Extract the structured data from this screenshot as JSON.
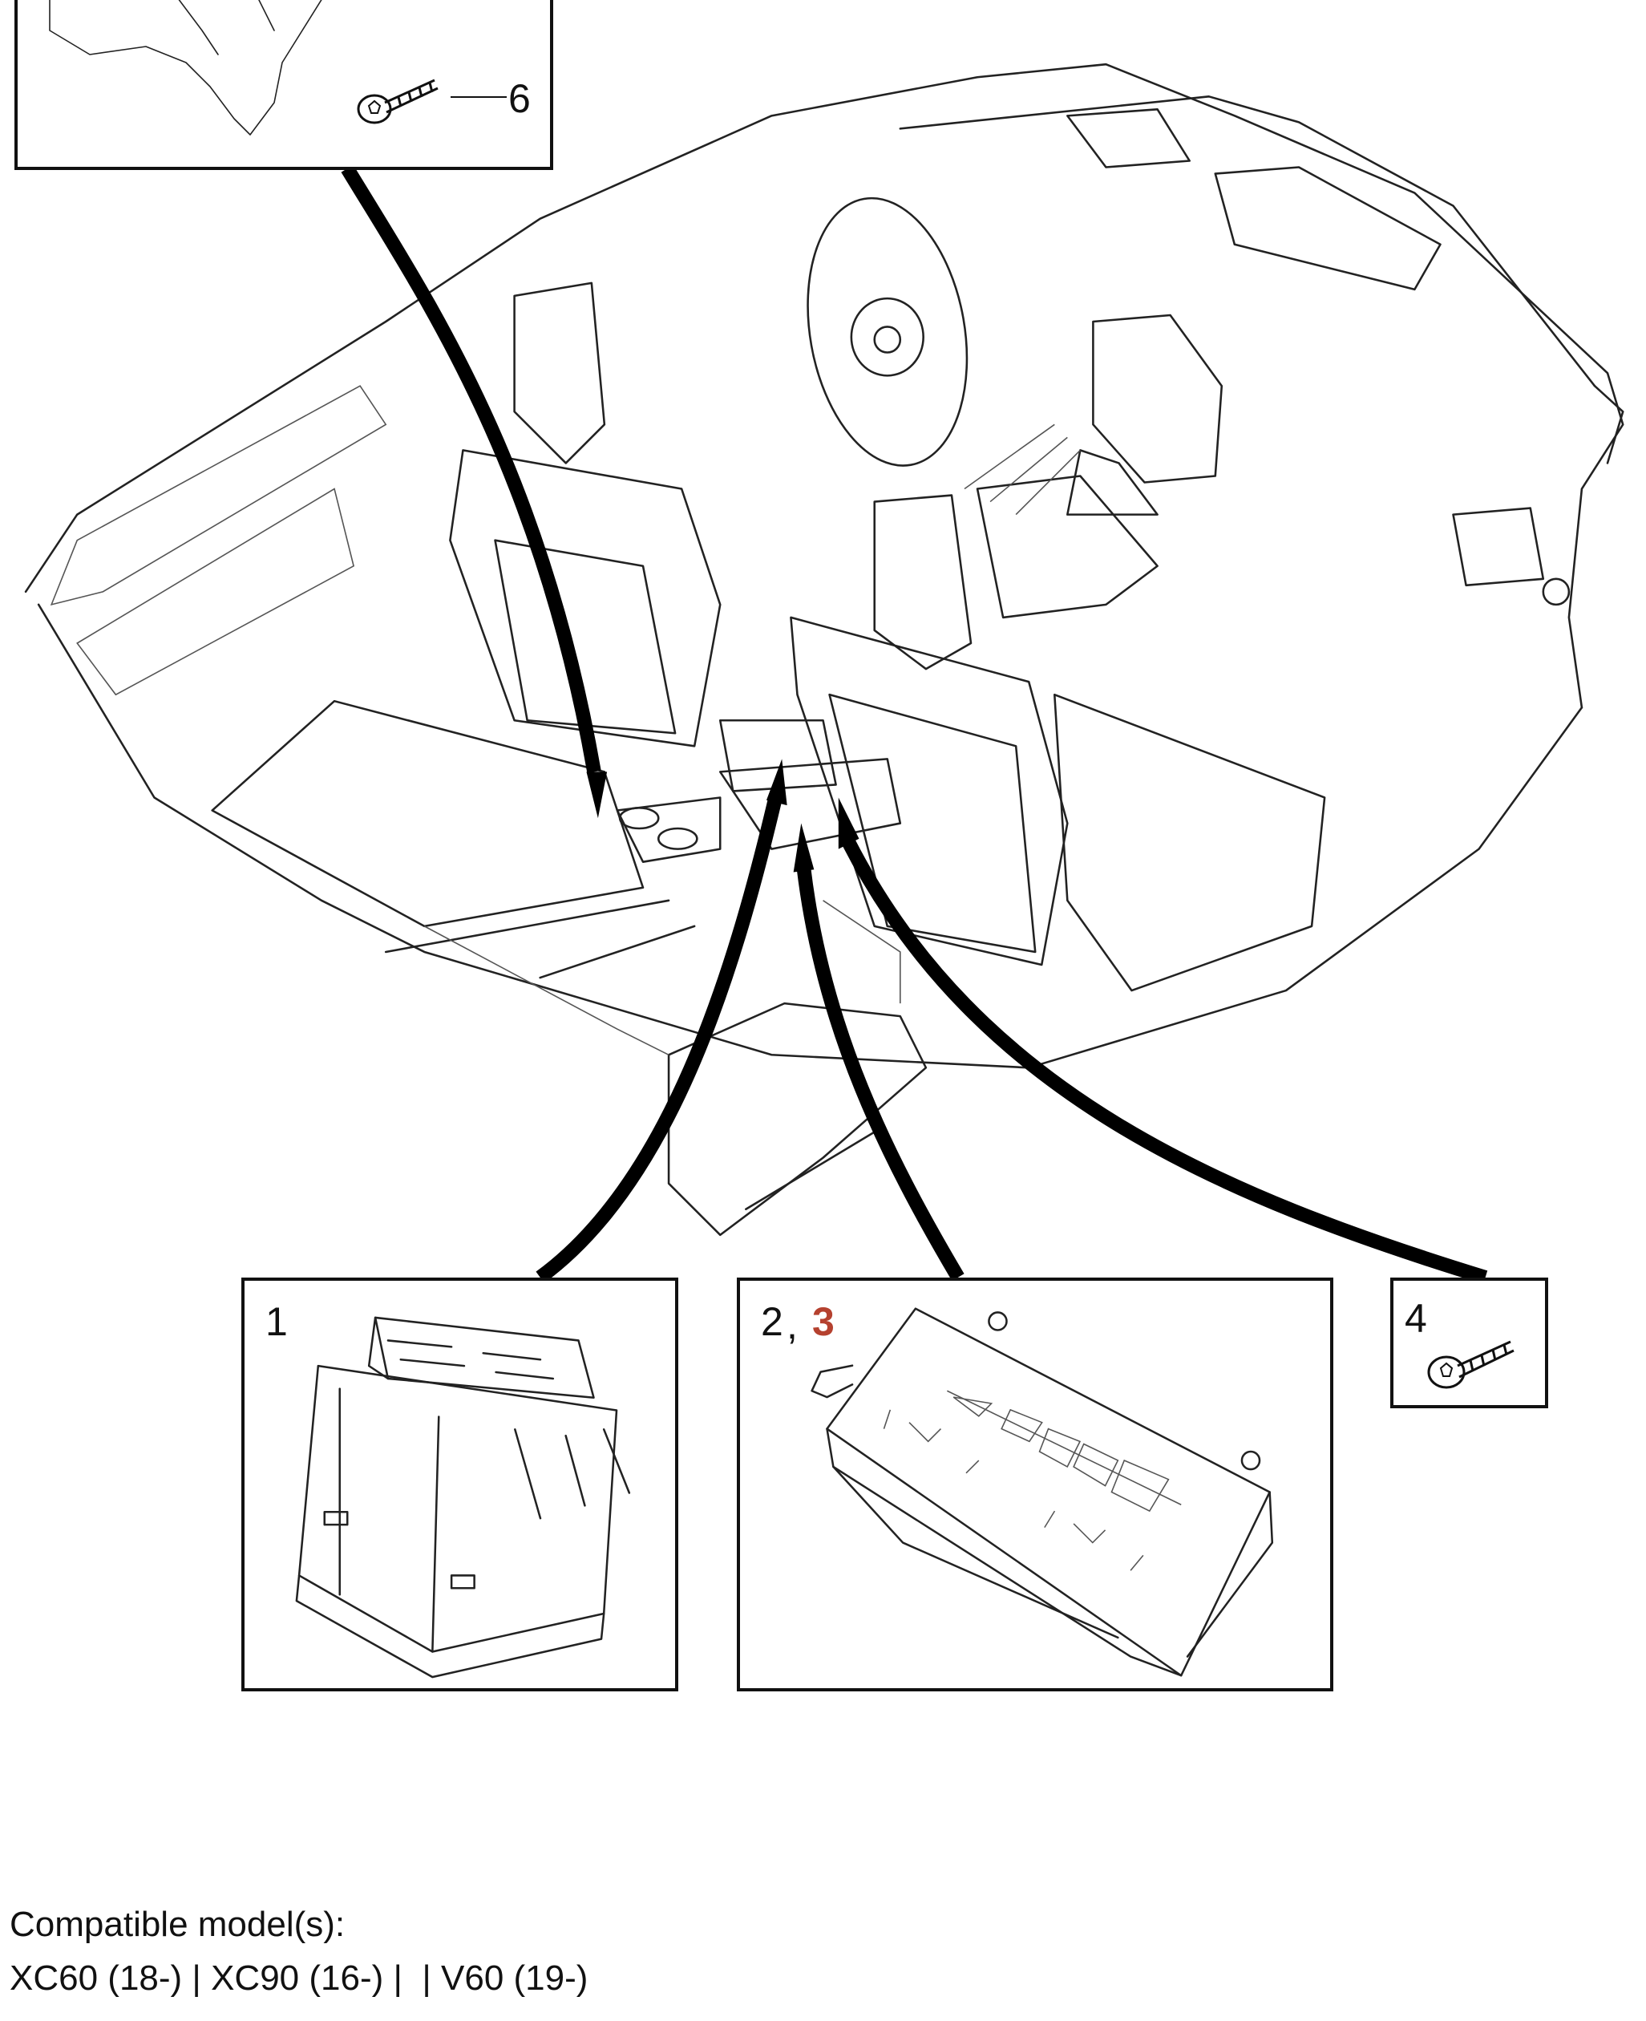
{
  "callouts": {
    "top_left": {
      "label": "6"
    },
    "part1": {
      "label": "1"
    },
    "part2_3": {
      "label_a": "2",
      "separator": ",",
      "label_b": "3"
    },
    "part4": {
      "label": "4"
    }
  },
  "colors": {
    "highlight": "#b5412f",
    "line": "#111111"
  },
  "footer": {
    "heading": "Compatible model(s):",
    "models": "XC60 (18-) | XC90 (16-) |  | V60 (19-)"
  }
}
